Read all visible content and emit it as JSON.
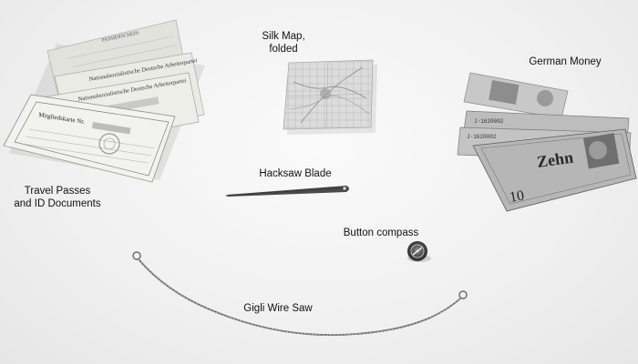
{
  "labels": {
    "silk_map": [
      "Silk Map,",
      "folded"
    ],
    "german_money": "German Money",
    "travel_passes": [
      "Travel Passes",
      "and ID Documents"
    ],
    "hacksaw_blade": "Hacksaw Blade",
    "button_compass": "Button compass",
    "gigli_saw": "Gigli Wire Saw"
  },
  "document_text": {
    "header": "PASSIERSCHEIN",
    "party_name": "Nationalsozialistische Deutsche Arbeiterpartei",
    "card_title": "Mitgliedskarte Nr."
  },
  "banknote_text": {
    "serial": "J·1620002",
    "denomination": "10",
    "word": "Zehn"
  },
  "colors": {
    "background": "#f4f4f4",
    "text": "#111111",
    "paper": "#e9e9e4",
    "banknote": "#b9b9b9",
    "metal": "#4a4a4a"
  }
}
